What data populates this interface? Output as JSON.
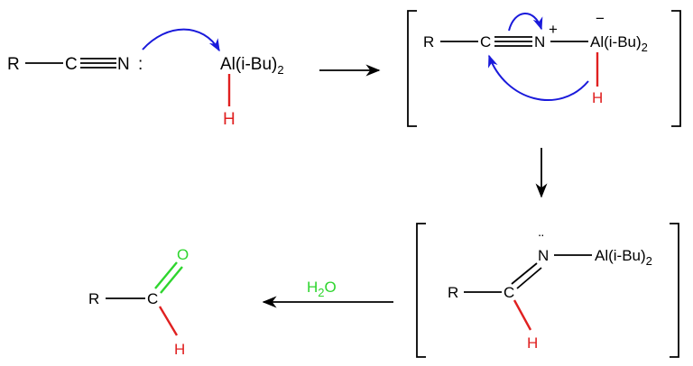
{
  "colors": {
    "bond": "#000000",
    "hydrogen": "#e02020",
    "oxygen": "#2ed52e",
    "reagent": "#2ed52e",
    "curly_arrow": "#1a1adb"
  },
  "step1": {
    "r": "R",
    "c": "C",
    "n": "N",
    "lone_pair": ":",
    "al_main": "Al(i-Bu)",
    "al_sub": "2",
    "h": "H"
  },
  "step2": {
    "r": "R",
    "c": "C",
    "n": "N",
    "n_charge": "+",
    "al_main": "Al(i-Bu)",
    "al_sub": "2",
    "al_charge": "−",
    "h": "H"
  },
  "step3": {
    "n_lone_pair": "¨",
    "n": "N",
    "al_main": "Al(i-Bu)",
    "al_sub": "2",
    "r": "R",
    "c": "C",
    "h": "H"
  },
  "step4": {
    "o": "O",
    "r": "R",
    "c": "C",
    "h": "H"
  },
  "reagent": {
    "main": "H",
    "sub": "2",
    "tail": "O"
  }
}
